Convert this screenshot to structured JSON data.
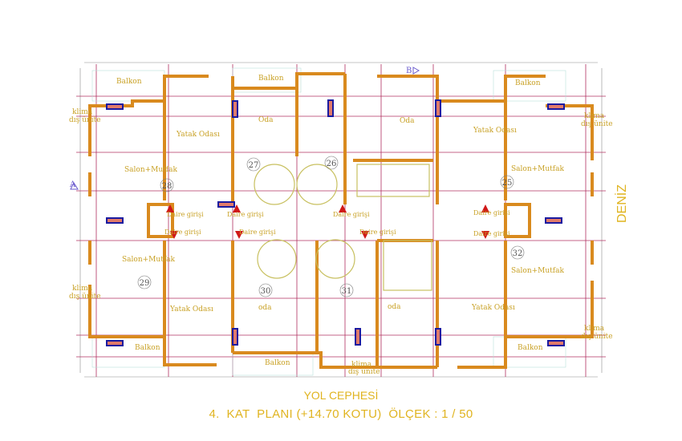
{
  "labels": {
    "balkon": "Balkon",
    "klima_1": "klima",
    "klima_2": "dış ünite",
    "yatak": "Yatak Odası",
    "oda_upper": "Oda",
    "oda_lower": "oda",
    "salon": "Salon+Mutfak",
    "daire_girisi": "Daire girişi"
  },
  "units": [
    "28",
    "27",
    "26",
    "25",
    "29",
    "30",
    "31",
    "32"
  ],
  "section_markers": {
    "a": "A",
    "b": "B"
  },
  "side_label": "DENİZ",
  "front_label": "YOL CEPHESİ",
  "title": "4.  KAT  PLANI (+14.70 KOTU)  ÖLÇEK : 1 / 50",
  "colors": {
    "wall": "#d98a1e",
    "grid": "#b03060",
    "label": "#e0b420",
    "radiator": "#1a1aa0",
    "entry_arrow": "#d01818"
  }
}
